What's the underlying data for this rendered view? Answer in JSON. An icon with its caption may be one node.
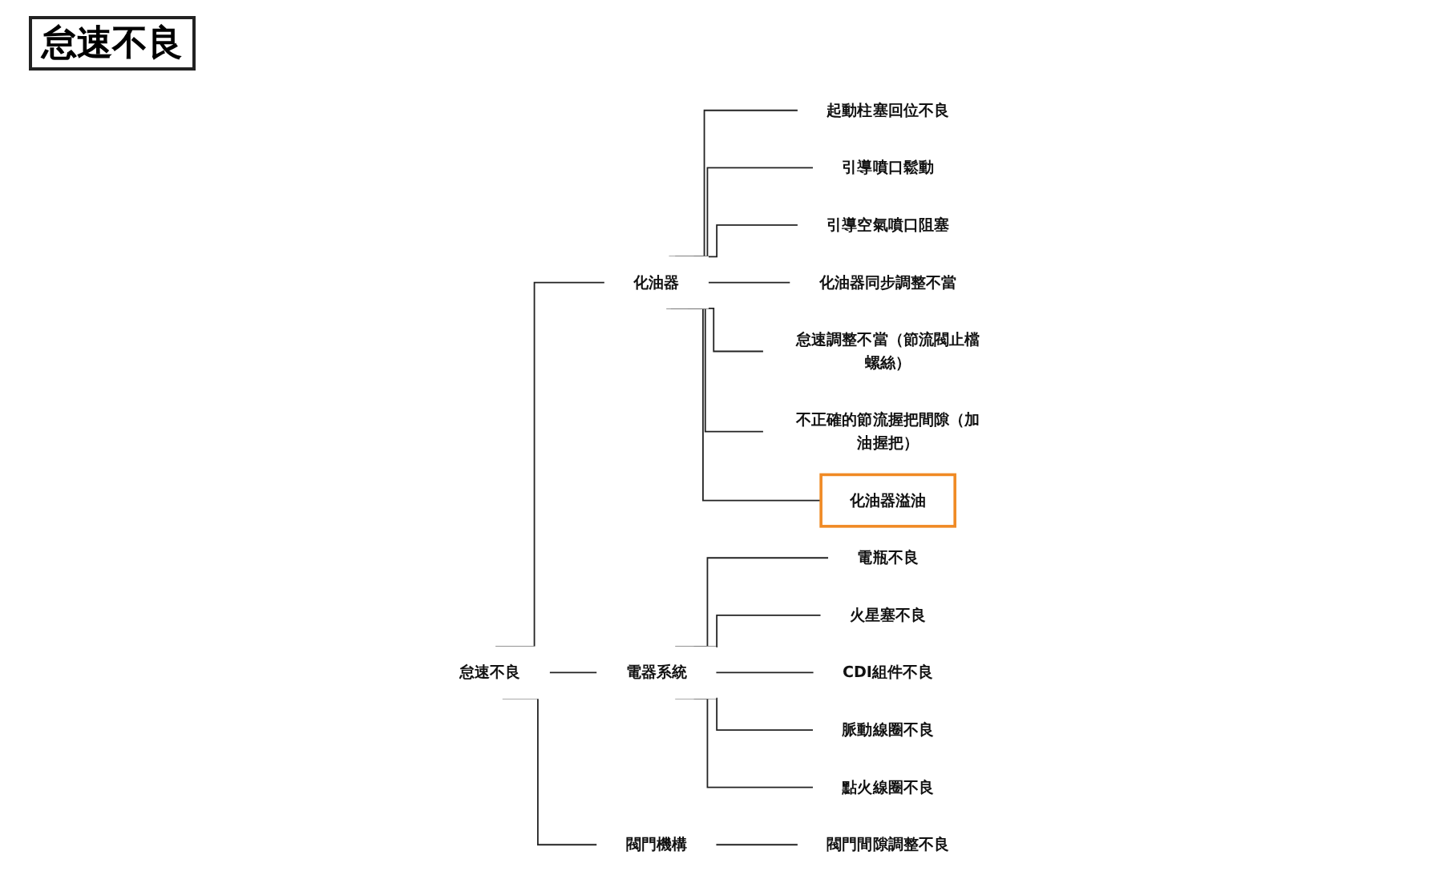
{
  "diagram": {
    "title": "怠速不良",
    "nodes": [
      {
        "text": [
          "怠速不良"
        ]
      },
      {
        "text": [
          "化油器"
        ]
      },
      {
        "text": [
          "起動柱塞回位不良"
        ]
      },
      {
        "text": [
          "引導噴口鬆動"
        ]
      },
      {
        "text": [
          "引導空氣噴口阻塞"
        ]
      },
      {
        "text": [
          "化油器同步調整不當"
        ]
      },
      {
        "text": [
          "怠速調整不當（節流閥止檔螺絲）"
        ]
      },
      {
        "text": [
          "不正確的節流握把間隙（加油握把）"
        ]
      },
      {
        "text": [
          "化油器溢油"
        ]
      },
      {
        "text": [
          "電器系統"
        ]
      },
      {
        "text": [
          "電瓶不良"
        ]
      },
      {
        "text": [
          "火星塞不良"
        ]
      },
      {
        "text": [
          "CDI組件不良"
        ]
      },
      {
        "text": [
          "脈動線圈不良"
        ]
      },
      {
        "text": [
          "點火線圈不良"
        ]
      },
      {
        "text": [
          "閥門機構"
        ]
      },
      {
        "text": [
          "閥門間隙調整不良"
        ]
      }
    ],
    "edges": [
      {
        "from": 0,
        "to": 1,
        "arrow": "none"
      },
      {
        "from": 1,
        "to": 2,
        "arrow": "none"
      },
      {
        "from": 1,
        "to": 3,
        "arrow": "none"
      },
      {
        "from": 1,
        "to": 4,
        "arrow": "none"
      },
      {
        "from": 1,
        "to": 5,
        "arrow": "none"
      },
      {
        "from": 1,
        "to": 6,
        "arrow": "none"
      },
      {
        "from": 1,
        "to": 7,
        "arrow": "none"
      },
      {
        "from": 1,
        "to": 8,
        "arrow": "none"
      },
      {
        "from": 0,
        "to": 9,
        "arrow": "none"
      },
      {
        "from": 9,
        "to": 10,
        "arrow": "none"
      },
      {
        "from": 9,
        "to": 11,
        "arrow": "none"
      },
      {
        "from": 9,
        "to": 12,
        "arrow": "none"
      },
      {
        "from": 9,
        "to": 13,
        "arrow": "none"
      },
      {
        "from": 9,
        "to": 14,
        "arrow": "none"
      },
      {
        "from": 0,
        "to": 15,
        "arrow": "none"
      },
      {
        "from": 15,
        "to": 16,
        "arrow": "none"
      }
    ]
  }
}
